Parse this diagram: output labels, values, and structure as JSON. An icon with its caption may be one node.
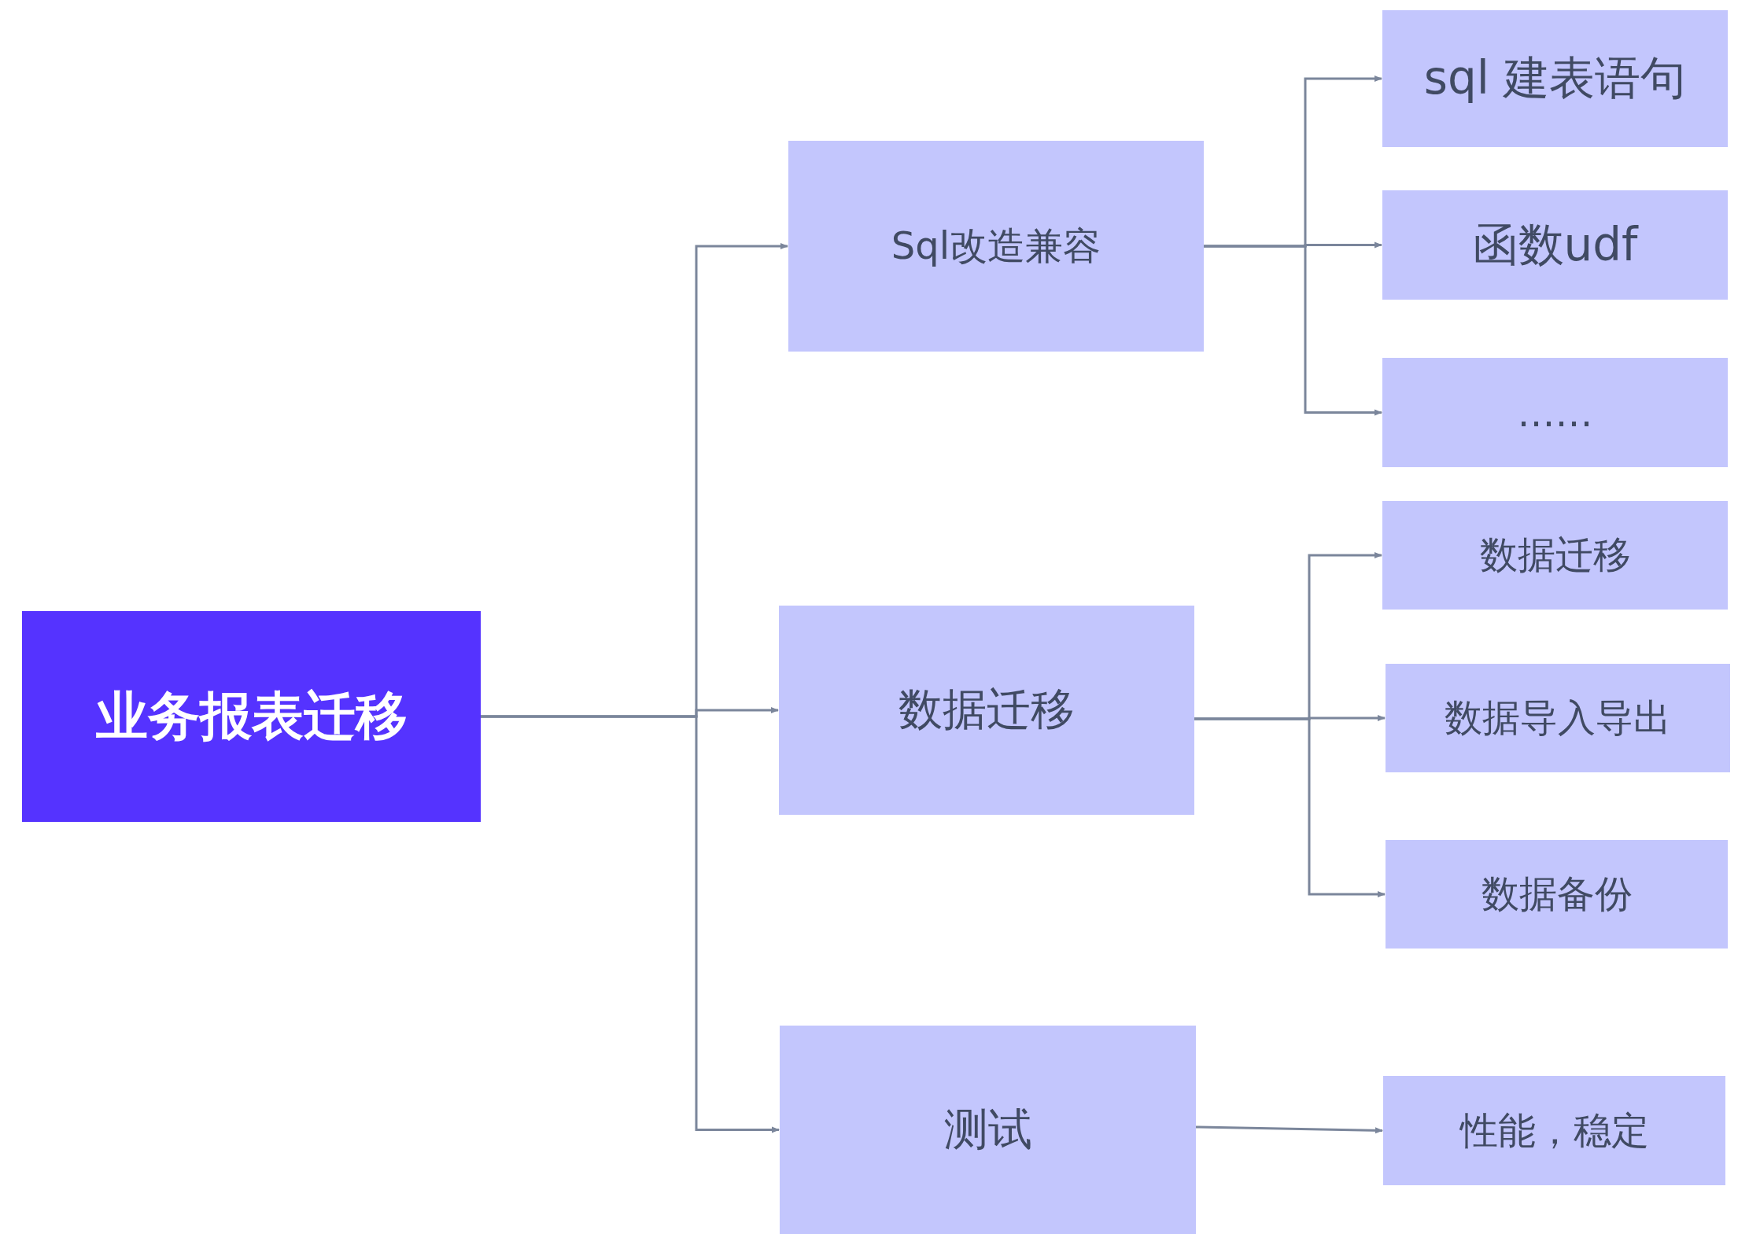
{
  "diagram": {
    "nodes": [
      {
        "text": [
          "业务报表迁移"
        ]
      },
      {
        "text": [
          "Sql改造兼容"
        ]
      },
      {
        "text": [
          "数据迁移"
        ]
      },
      {
        "text": [
          "测试"
        ]
      },
      {
        "text": [
          "sql 建表语句"
        ]
      },
      {
        "text": [
          "函数udf"
        ]
      },
      {
        "text": [
          "……"
        ]
      },
      {
        "text": [
          "数据迁移"
        ]
      },
      {
        "text": [
          "数据导入导出"
        ]
      },
      {
        "text": [
          "数据备份"
        ]
      },
      {
        "text": [
          "性能，稳定"
        ]
      }
    ],
    "edges": [
      {
        "from": 0,
        "to": 1,
        "arrow": "to"
      },
      {
        "from": 0,
        "to": 2,
        "arrow": "to"
      },
      {
        "from": 0,
        "to": 3,
        "arrow": "to"
      },
      {
        "from": 1,
        "to": 4,
        "arrow": "to"
      },
      {
        "from": 1,
        "to": 5,
        "arrow": "to"
      },
      {
        "from": 1,
        "to": 6,
        "arrow": "to"
      },
      {
        "from": 2,
        "to": 7,
        "arrow": "to"
      },
      {
        "from": 2,
        "to": 8,
        "arrow": "to"
      },
      {
        "from": 2,
        "to": 9,
        "arrow": "to"
      },
      {
        "from": 3,
        "to": 10,
        "arrow": "to"
      }
    ]
  }
}
